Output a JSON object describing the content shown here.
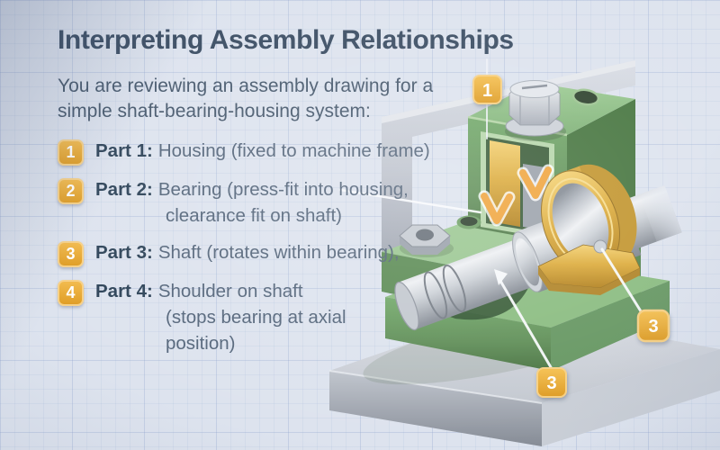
{
  "title": "Interpreting Assembly Relationships",
  "intro": {
    "line1": "You are reviewing an assembly drawing for a",
    "line2": "simple shaft-bearing-housing system:"
  },
  "parts_list": [
    {
      "number": "1",
      "label": "Part 1:",
      "lines": [
        "Housing (fixed to machine frame)"
      ]
    },
    {
      "number": "2",
      "label": "Part 2:",
      "lines": [
        "Bearing (press-fit into housing,",
        "clearance fit on shaft)"
      ]
    },
    {
      "number": "3",
      "label": "Part 3:",
      "lines": [
        "Shaft (rotates within bearing),"
      ]
    },
    {
      "number": "4",
      "label": "Part 4:",
      "lines": [
        "Shoulder on shaft",
        "(stops bearing at axial",
        "position)"
      ]
    }
  ],
  "diagram": {
    "callouts": [
      {
        "number": "1",
        "target": "housing"
      },
      {
        "number": "3",
        "target": "shaft"
      },
      {
        "number": "3",
        "target": "bearing-shoulder"
      }
    ],
    "colors": {
      "housing_green": "#6fa768",
      "bearing_gold": "#dfae3c",
      "shaft_gray": "#b6bcc4",
      "frame_gray": "#c6cbd4",
      "badge_orange": "#e8a62e",
      "background_blue": "#dde3ee",
      "title_blue": "#3b4d63"
    }
  }
}
